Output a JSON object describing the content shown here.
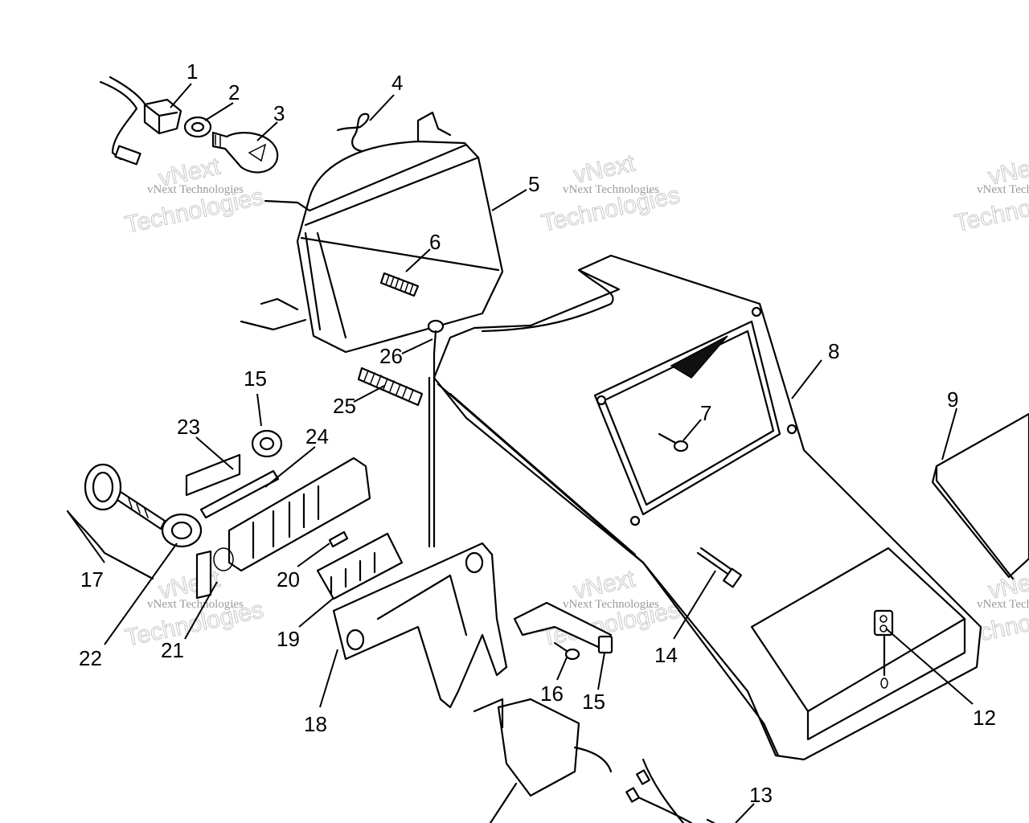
{
  "watermark": {
    "small": "vNext Technologies",
    "large_top": "vNext",
    "large_bottom": "Technologies"
  },
  "callouts": {
    "c1": "1",
    "c2": "2",
    "c3": "3",
    "c4": "4",
    "c5": "5",
    "c6": "6",
    "c7": "7",
    "c8": "8",
    "c9": "9",
    "c12": "12",
    "c13": "13",
    "c14": "14",
    "c15a": "15",
    "c15b": "15",
    "c16": "16",
    "c17": "17",
    "c18": "18",
    "c19": "19",
    "c20": "20",
    "c21": "21",
    "c22": "22",
    "c23": "23",
    "c24": "24",
    "c25": "25",
    "c26": "26"
  }
}
